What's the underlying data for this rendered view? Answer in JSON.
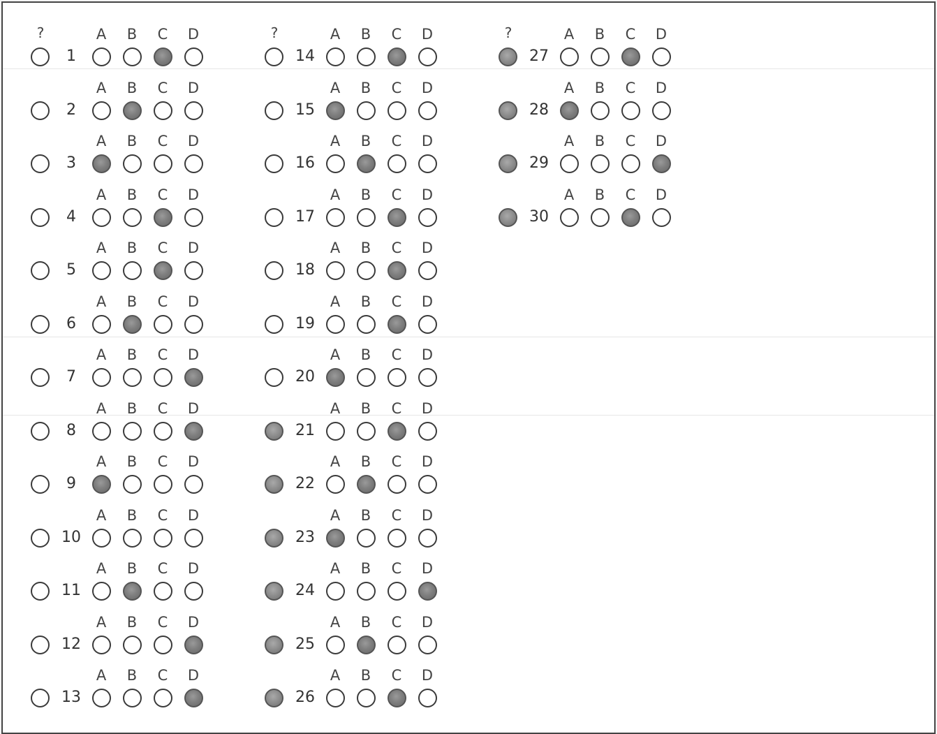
{
  "columns": [
    {
      "question_header": "?",
      "items": [
        {
          "number": "1",
          "unsure": false,
          "answer": "C"
        },
        {
          "number": "2",
          "unsure": false,
          "answer": "B"
        },
        {
          "number": "3",
          "unsure": false,
          "answer": "A"
        },
        {
          "number": "4",
          "unsure": false,
          "answer": "C"
        },
        {
          "number": "5",
          "unsure": false,
          "answer": "C"
        },
        {
          "number": "6",
          "unsure": false,
          "answer": "B"
        },
        {
          "number": "7",
          "unsure": false,
          "answer": "D"
        },
        {
          "number": "8",
          "unsure": false,
          "answer": "D"
        },
        {
          "number": "9",
          "unsure": false,
          "answer": "A"
        },
        {
          "number": "10",
          "unsure": false,
          "answer": ""
        },
        {
          "number": "11",
          "unsure": false,
          "answer": "B"
        },
        {
          "number": "12",
          "unsure": false,
          "answer": "D"
        },
        {
          "number": "13",
          "unsure": false,
          "answer": "D"
        }
      ]
    },
    {
      "question_header": "?",
      "items": [
        {
          "number": "14",
          "unsure": false,
          "answer": "C"
        },
        {
          "number": "15",
          "unsure": false,
          "answer": "A"
        },
        {
          "number": "16",
          "unsure": false,
          "answer": "B"
        },
        {
          "number": "17",
          "unsure": false,
          "answer": "C"
        },
        {
          "number": "18",
          "unsure": false,
          "answer": "C"
        },
        {
          "number": "19",
          "unsure": false,
          "answer": "C"
        },
        {
          "number": "20",
          "unsure": false,
          "answer": "A"
        },
        {
          "number": "21",
          "unsure": true,
          "answer": "C"
        },
        {
          "number": "22",
          "unsure": true,
          "answer": "B"
        },
        {
          "number": "23",
          "unsure": true,
          "answer": "A"
        },
        {
          "number": "24",
          "unsure": true,
          "answer": "D"
        },
        {
          "number": "25",
          "unsure": true,
          "answer": "B"
        },
        {
          "number": "26",
          "unsure": true,
          "answer": "C"
        }
      ]
    },
    {
      "question_header": "?",
      "items": [
        {
          "number": "27",
          "unsure": true,
          "answer": "C"
        },
        {
          "number": "28",
          "unsure": true,
          "answer": "A"
        },
        {
          "number": "29",
          "unsure": true,
          "answer": "D"
        },
        {
          "number": "30",
          "unsure": true,
          "answer": "C"
        }
      ]
    }
  ],
  "choice_letters": [
    "A",
    "B",
    "C",
    "D"
  ],
  "colors": {
    "border": "#3a3a3a",
    "fill": "#808080",
    "text": "#444444"
  }
}
